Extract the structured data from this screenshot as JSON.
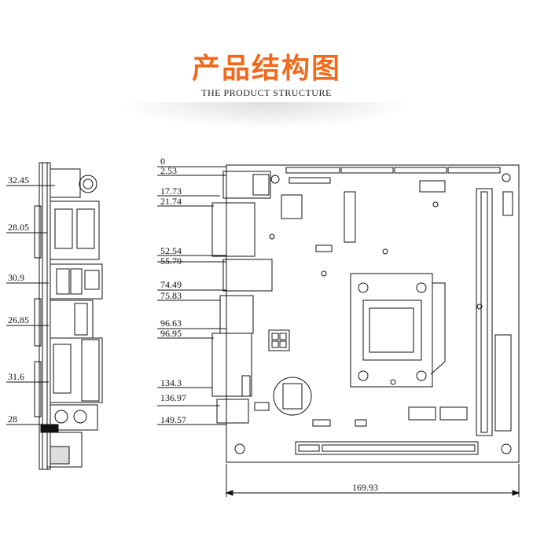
{
  "header": {
    "title": "产品结构图",
    "subtitle": "THE PRODUCT STRUCTURE"
  },
  "colors": {
    "title": "#f06a1a",
    "line": "#111111"
  },
  "side_view": {
    "labels": [
      "32.45",
      "28.05",
      "30.9",
      "26.85",
      "31.6",
      "28"
    ]
  },
  "top_view": {
    "left_labels": [
      "0",
      "2.53",
      "17.73",
      "21.74",
      "52.54",
      "55.79",
      "74.49",
      "75.83",
      "96.63",
      "96.95",
      "134.3",
      "136.97",
      "149.57"
    ],
    "bottom_label": "169.93"
  }
}
